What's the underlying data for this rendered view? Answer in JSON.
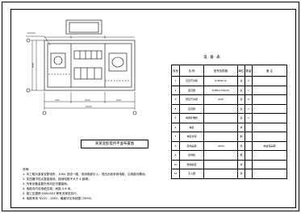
{
  "drawing": {
    "title": "某某变配电所平面布置图",
    "notes_heading": "说明:",
    "notes": [
      "1. 本工程为某某变配电所，10KV 进线一路，采用电缆引入，低压出线采用电缆，沿电缆沟敷设。",
      "2. 变压器中性点直接接地，接地电阻不大于 4 欧姆。",
      "3. 所有设备金属外壳均应可靠接地。",
      "4. 电缆沟内设电缆支架，间距 0.8 米。",
      "5. 施工应遵照 GB50303 等有关规范执行。",
      "6. 电缆采用 YJV22 - 10KV，截面详见系统图 (3X95)."
    ]
  },
  "equipment_table": {
    "title": "设 备 表",
    "headers": [
      "序号",
      "名 称",
      "型号及规格",
      "单位",
      "数量",
      "备 注"
    ],
    "rows": [
      [
        "1",
        "高压开关柜",
        "KYN28-12",
        "台",
        "4",
        ""
      ],
      [
        "2",
        "变压器",
        "SCB10-500/10",
        "台",
        "1",
        ""
      ],
      [
        "3",
        "低压开关柜",
        "GGD",
        "台",
        "5",
        ""
      ],
      [
        "4",
        "直流屏",
        "",
        "台",
        "1",
        ""
      ],
      [
        "5",
        "电容补偿柜",
        "",
        "台",
        "1",
        ""
      ],
      [
        "6",
        "电缆",
        "",
        "米",
        "",
        ""
      ],
      [
        "7",
        "电缆支架",
        "",
        "副",
        "",
        ""
      ],
      [
        "8",
        "接地扁钢",
        "-40X4",
        "米",
        "",
        "热镀锌扁钢"
      ],
      [
        "9",
        "接地极",
        "",
        "根",
        "",
        ""
      ],
      [
        "10",
        "绝缘胶垫",
        "",
        "米",
        "",
        ""
      ],
      [
        "11",
        "灭火器",
        "",
        "具",
        "",
        ""
      ]
    ]
  }
}
